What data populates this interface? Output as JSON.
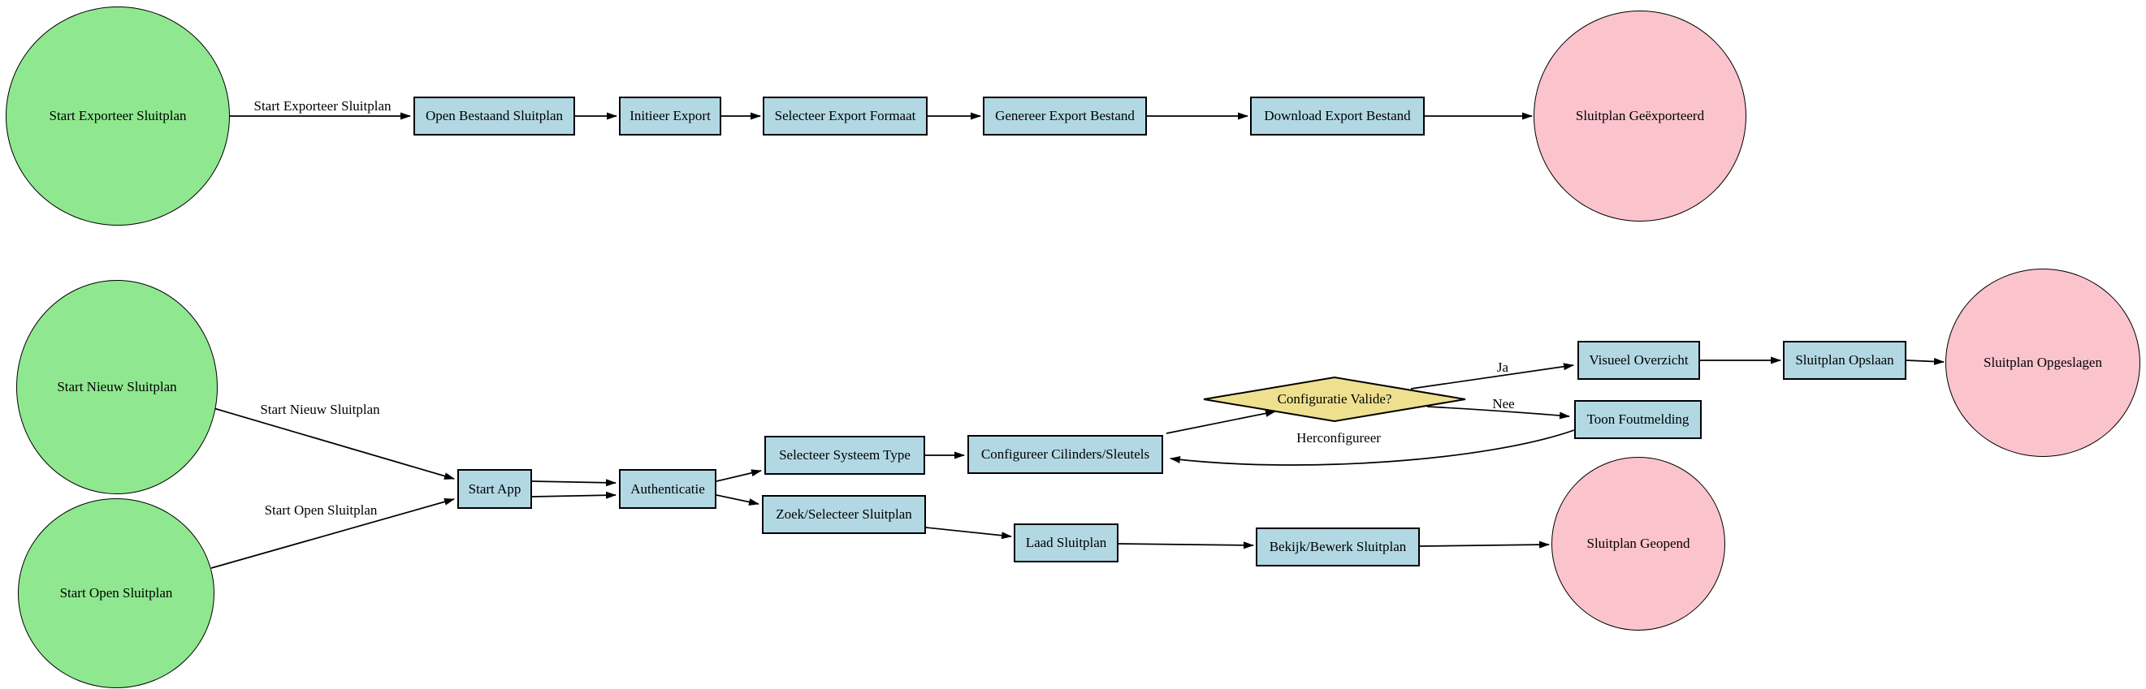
{
  "diagram": {
    "type": "flowchart",
    "language": "nl"
  },
  "colors": {
    "background": "#FFFFFF",
    "stroke": "#000000",
    "start": "#8FE88F",
    "end": "#FBC4CD",
    "process": "#B2D8E4",
    "decision": "#EFE08F"
  },
  "nodes": {
    "start_exporteer": {
      "label": "Start Exporteer Sluitplan",
      "type": "start"
    },
    "open_bestaand": {
      "label": "Open Bestaand Sluitplan",
      "type": "process"
    },
    "initieer_export": {
      "label": "Initieer Export",
      "type": "process"
    },
    "selecteer_export_formaat": {
      "label": "Selecteer Export Formaat",
      "type": "process"
    },
    "genereer_export_bestand": {
      "label": "Genereer Export Bestand",
      "type": "process"
    },
    "download_export_bestand": {
      "label": "Download Export Bestand",
      "type": "process"
    },
    "sluitplan_geexporteerd": {
      "label": "Sluitplan Geëxporteerd",
      "type": "end"
    },
    "start_nieuw": {
      "label": "Start Nieuw Sluitplan",
      "type": "start"
    },
    "start_open": {
      "label": "Start Open Sluitplan",
      "type": "start"
    },
    "start_app": {
      "label": "Start App",
      "type": "process"
    },
    "authenticatie": {
      "label": "Authenticatie",
      "type": "process"
    },
    "selecteer_systeem_type": {
      "label": "Selecteer Systeem Type",
      "type": "process"
    },
    "zoek_selecteer_sluitplan": {
      "label": "Zoek/Selecteer Sluitplan",
      "type": "process"
    },
    "configureer_cilinders_sleutels": {
      "label": "Configureer Cilinders/Sleutels",
      "type": "process"
    },
    "configuratie_valide": {
      "label": "Configuratie Valide?",
      "type": "decision"
    },
    "visueel_overzicht": {
      "label": "Visueel Overzicht",
      "type": "process"
    },
    "toon_foutmelding": {
      "label": "Toon Foutmelding",
      "type": "process"
    },
    "sluitplan_opslaan": {
      "label": "Sluitplan Opslaan",
      "type": "process"
    },
    "sluitplan_opgeslagen": {
      "label": "Sluitplan Opgeslagen",
      "type": "end"
    },
    "laad_sluitplan": {
      "label": "Laad Sluitplan",
      "type": "process"
    },
    "bekijk_bewerk_sluitplan": {
      "label": "Bekijk/Bewerk Sluitplan",
      "type": "process"
    },
    "sluitplan_geopend": {
      "label": "Sluitplan Geopend",
      "type": "end"
    }
  },
  "edges": [
    {
      "from": "start_exporteer",
      "to": "open_bestaand",
      "label": "Start Exporteer Sluitplan"
    },
    {
      "from": "open_bestaand",
      "to": "initieer_export",
      "label": ""
    },
    {
      "from": "initieer_export",
      "to": "selecteer_export_formaat",
      "label": ""
    },
    {
      "from": "selecteer_export_formaat",
      "to": "genereer_export_bestand",
      "label": ""
    },
    {
      "from": "genereer_export_bestand",
      "to": "download_export_bestand",
      "label": ""
    },
    {
      "from": "download_export_bestand",
      "to": "sluitplan_geexporteerd",
      "label": ""
    },
    {
      "from": "start_nieuw",
      "to": "start_app",
      "label": "Start Nieuw Sluitplan"
    },
    {
      "from": "start_open",
      "to": "start_app",
      "label": "Start Open Sluitplan"
    },
    {
      "from": "start_app",
      "to": "authenticatie",
      "label": ""
    },
    {
      "from": "start_app",
      "to": "authenticatie",
      "label": ""
    },
    {
      "from": "authenticatie",
      "to": "selecteer_systeem_type",
      "label": ""
    },
    {
      "from": "authenticatie",
      "to": "zoek_selecteer_sluitplan",
      "label": ""
    },
    {
      "from": "selecteer_systeem_type",
      "to": "configureer_cilinders_sleutels",
      "label": ""
    },
    {
      "from": "configureer_cilinders_sleutels",
      "to": "configuratie_valide",
      "label": ""
    },
    {
      "from": "configuratie_valide",
      "to": "visueel_overzicht",
      "label": "Ja"
    },
    {
      "from": "configuratie_valide",
      "to": "toon_foutmelding",
      "label": "Nee"
    },
    {
      "from": "toon_foutmelding",
      "to": "configureer_cilinders_sleutels",
      "label": "Herconfigureer"
    },
    {
      "from": "visueel_overzicht",
      "to": "sluitplan_opslaan",
      "label": ""
    },
    {
      "from": "sluitplan_opslaan",
      "to": "sluitplan_opgeslagen",
      "label": ""
    },
    {
      "from": "zoek_selecteer_sluitplan",
      "to": "laad_sluitplan",
      "label": ""
    },
    {
      "from": "laad_sluitplan",
      "to": "bekijk_bewerk_sluitplan",
      "label": ""
    },
    {
      "from": "bekijk_bewerk_sluitplan",
      "to": "sluitplan_geopend",
      "label": ""
    }
  ]
}
